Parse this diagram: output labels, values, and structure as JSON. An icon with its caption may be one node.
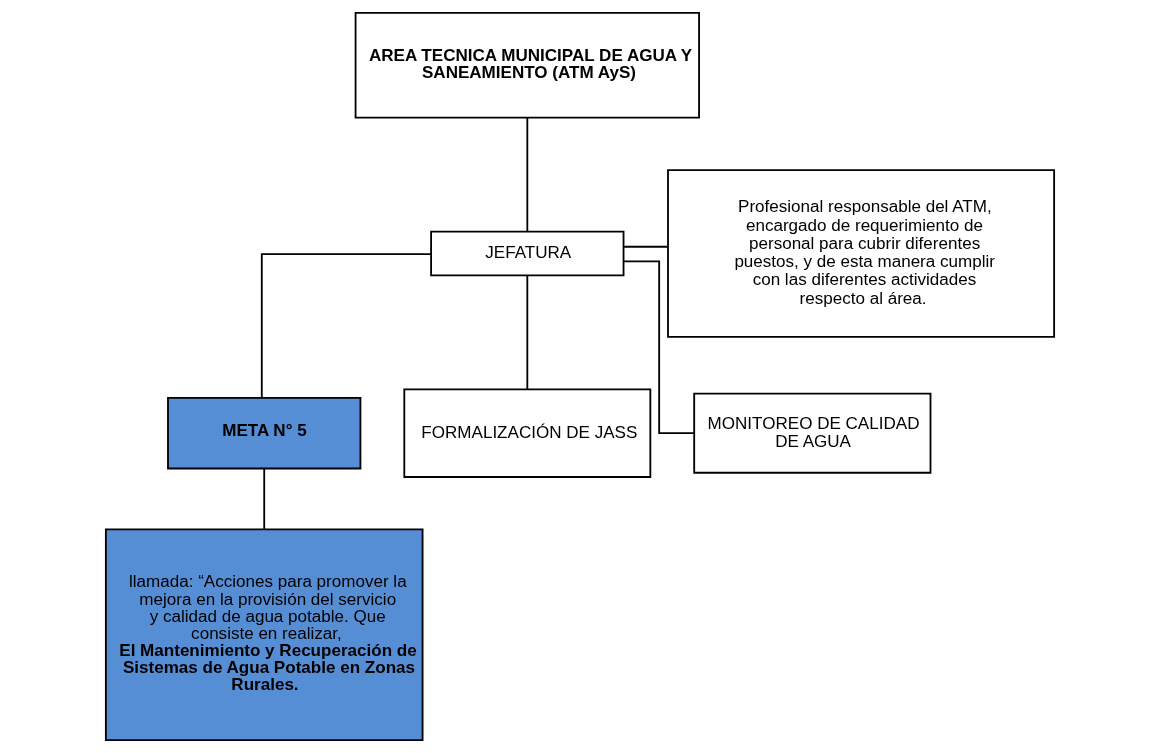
{
  "diagram": {
    "nodes": [
      {
        "text": [
          "AREA TECNICA MUNICIPAL DE AGUA Y SANEAMIENTO (ATM AyS)"
        ]
      },
      {
        "text": [
          "JEFATURA"
        ]
      },
      {
        "text": [
          "Profesional responsable del ATM, encargado de requerimiento de personal para cubrir diferentes puestos, y de esta manera cumplir con las diferentes actividades respecto al área."
        ]
      },
      {
        "text": [
          "META N° 5"
        ]
      },
      {
        "text": [
          "FORMALIZACIÓN DE JASS"
        ]
      },
      {
        "text": [
          "MONITOREO DE CALIDAD DE AGUA"
        ]
      },
      {
        "text": [
          "llamada: “Acciones para promover la mejora en la provisión del servicio y calidad de agua potable. Que consiste en realizar, **El Mantenimiento y Recuperación de Sistemas de Agua Potable en Zonas Rurales.**"
        ]
      }
    ],
    "edges": [
      {
        "from": 0,
        "to": 1,
        "arrow": "none"
      },
      {
        "from": 1,
        "to": 2,
        "arrow": "none"
      },
      {
        "from": 1,
        "to": 3,
        "arrow": "none"
      },
      {
        "from": 1,
        "to": 4,
        "arrow": "none"
      },
      {
        "from": 1,
        "to": 5,
        "arrow": "none"
      },
      {
        "from": 3,
        "to": 6,
        "arrow": "none"
      }
    ]
  }
}
